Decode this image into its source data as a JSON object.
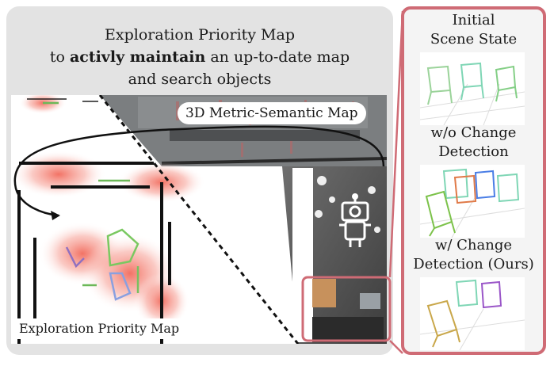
{
  "title": {
    "line1": "Exploration Priority Map",
    "line2_prefix": "to ",
    "line2_bold": "activly maintain",
    "line2_suffix": " an up-to-date map",
    "line3": "and search objects"
  },
  "map_labels": {
    "metric_semantic": "3D Metric-Semantic Map",
    "exploration_priority": "Exploration Priority Map"
  },
  "scene_panels": [
    {
      "caption_line1": "Initial",
      "caption_line2": "Scene State"
    },
    {
      "caption_line1": "w/o Change",
      "caption_line2": "Detection"
    },
    {
      "caption_line1": "w/ Change",
      "caption_line2": "Detection (Ours)"
    }
  ],
  "colors": {
    "accent_border": "#cf6b75",
    "heat": "#f2685a",
    "panel_bg": "#e3e3e3"
  },
  "icons": [
    "robot-icon",
    "curved-arrow-icon"
  ]
}
